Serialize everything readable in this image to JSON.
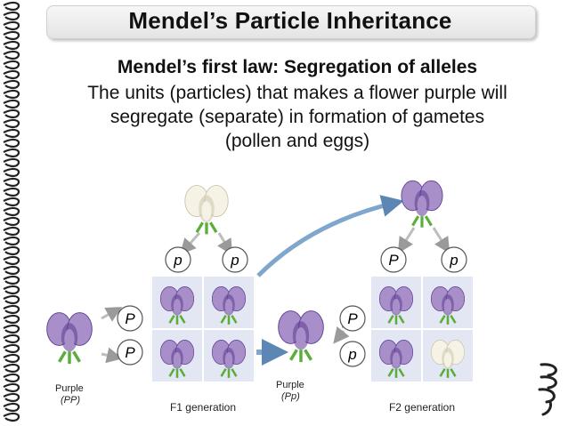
{
  "slide": {
    "title": "Mendel’s Particle Inheritance",
    "subtitle": "Mendel’s first law: Segregation of alleles",
    "body_lines": [
      "The units (particles) that makes a flower purple will",
      "segregate (separate) in formation of gametes",
      "(pollen and eggs)"
    ]
  },
  "diagram": {
    "parent_label": "Purple",
    "parent_genotype": "(PP)",
    "hybrid_label": "Purple",
    "hybrid_genotype": "(Pp)",
    "f1_pollen": [
      "p",
      "p"
    ],
    "f1_eggs": [
      "P",
      "P"
    ],
    "f2_pollen": [
      "P",
      "p"
    ],
    "f2_eggs": [
      "P",
      "p"
    ],
    "f1_generation": "F1 generation",
    "f2_generation": "F2 generation",
    "f1_colors": [
      "purple",
      "purple",
      "purple",
      "purple"
    ],
    "f2_colors": [
      "purple",
      "purple",
      "purple",
      "white"
    ]
  },
  "colors": {
    "purple_petal": "#a98fc9",
    "purple_dark": "#5b3d8f",
    "white_petal": "#f6f3e6",
    "leaf_green": "#5cae3a",
    "box_fill": "#e3e7f3",
    "arrow_blue": "#7fa6cc",
    "gray_arrow": "#bdbdbd"
  }
}
